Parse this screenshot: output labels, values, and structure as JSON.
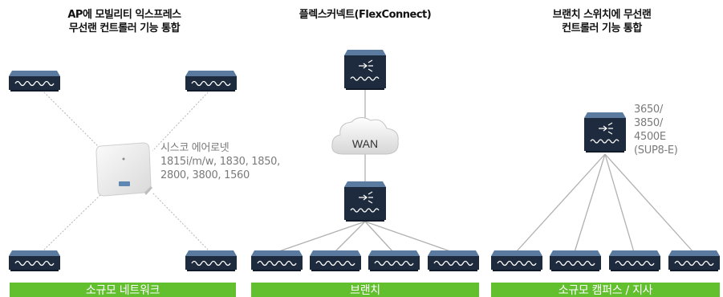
{
  "columns": [
    {
      "title_lines": [
        "AP에 모빌리티 익스프레스",
        "무선랜 컨트롤러 기능 통합"
      ],
      "device_note_lines": [
        "시스코 에어로넷",
        "1815i/m/w, 1830, 1850,",
        "2800, 3800, 1560"
      ],
      "footer_label": "소규모 네트워크"
    },
    {
      "title_lines": [
        "플렉스커넥트(FlexConnect)"
      ],
      "cloud_label": "WAN",
      "footer_label": "브랜치"
    },
    {
      "title_lines": [
        "브랜치 스위치에 무선랜",
        "컨트롤러 기능 통합"
      ],
      "device_note_lines": [
        "3650/",
        "3850/",
        "4500E",
        "(SUP8-E)"
      ],
      "footer_label": "소규모 캠퍼스 / 지사"
    }
  ],
  "colors": {
    "footer_bar": "#62c02f",
    "device_dark": "#1e2a3d",
    "device_top": "#4e6e93",
    "note_text": "#7a7a7a",
    "link_line": "#a8a8a8"
  },
  "icons": [
    "layer2-switch-icon",
    "layer3-switch-icon",
    "access-point-icon",
    "wan-cloud-icon"
  ]
}
